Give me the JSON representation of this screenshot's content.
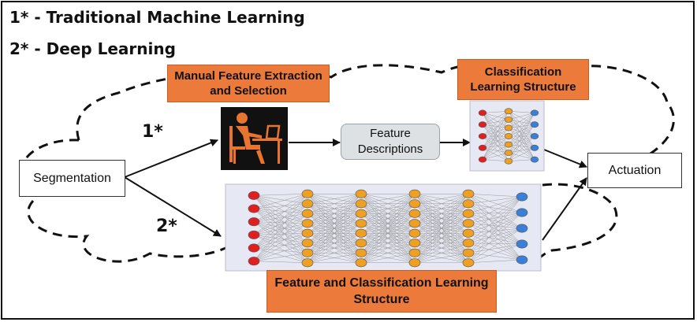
{
  "legend": {
    "item1": "1* - Traditional Machine Learning",
    "item2": "2* - Deep Learning"
  },
  "nodes": {
    "segmentation": "Segmentation",
    "actuation": "Actuation",
    "feature_descriptions": "Feature Descriptions",
    "manual_feature": "Manual Feature Extraction and Selection",
    "classification_structure": "Classification Learning Structure",
    "feature_classification": "Feature and Classification Learning Structure"
  },
  "path_labels": {
    "traditional": "1*",
    "deep": "2*"
  },
  "icons": {
    "person_at_computer": "person-at-computer-icon"
  },
  "colors": {
    "orange_label": "#ec7a3a",
    "input_neuron": "#e02020",
    "hidden_neuron": "#f0a020",
    "output_neuron": "#3a7fd8",
    "network_panel": "#e6e8f3",
    "icon_bg": "#111111",
    "icon_fg": "#e8742f"
  },
  "networks": {
    "small": {
      "layers": [
        5,
        7,
        5
      ]
    },
    "large": {
      "layers": [
        6,
        8,
        8,
        8,
        8,
        5
      ]
    }
  }
}
